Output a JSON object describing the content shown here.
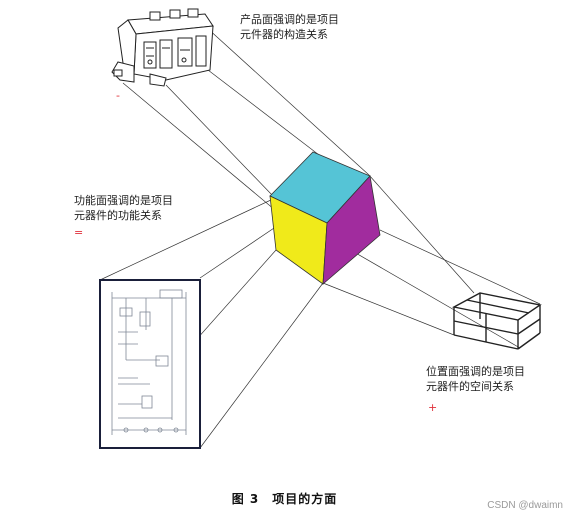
{
  "labels": {
    "product": [
      "产品面强调的是项目",
      "元件器的构造关系"
    ],
    "function": [
      "功能面强调的是项目",
      "元器件的功能关系"
    ],
    "location": [
      "位置面强调的是项目",
      "元器件的空间关系"
    ]
  },
  "signs": {
    "product": "-",
    "function": "=",
    "location": "+"
  },
  "caption": "图 3　项目的方面",
  "watermark": "CSDN @dwaimn",
  "colors": {
    "top_face": "#55c4d6",
    "left_face": "#f0ea1a",
    "right_face": "#a12c9e",
    "sign": "#e0303a",
    "frame": "#1a1f3a"
  }
}
